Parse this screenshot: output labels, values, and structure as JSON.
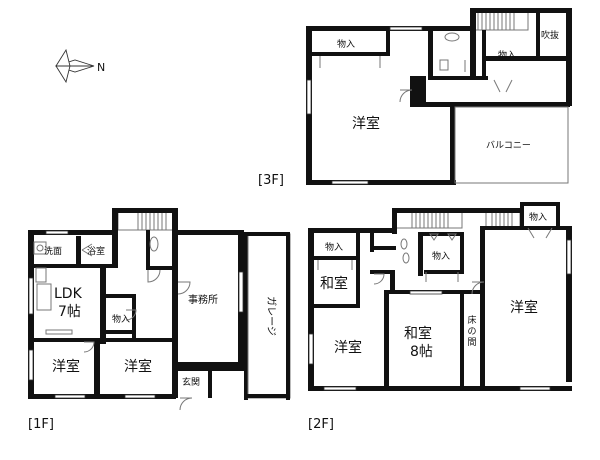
{
  "compass": {
    "north_label": "N"
  },
  "floors": {
    "f1": {
      "label": "[1F]",
      "rooms": {
        "washroom": "洗面",
        "bathroom": "浴室",
        "ldk_line1": "LDK",
        "ldk_line2": "7帖",
        "storage": "物入",
        "office": "事務所",
        "garage": "ガレージ",
        "western_left": "洋室",
        "western_mid": "洋室",
        "entrance": "玄関"
      }
    },
    "f2": {
      "label": "[2F]",
      "rooms": {
        "storage_left": "物入",
        "washitsu_small": "和室",
        "storage_mid": "物入",
        "storage_right": "物入",
        "western_right": "洋室",
        "western_left": "洋室",
        "washitsu_line1": "和室",
        "washitsu_line2": "8帖",
        "tokonoma": "床の間"
      }
    },
    "f3": {
      "label": "[3F]",
      "rooms": {
        "storage_top": "物入",
        "storage_center": "物入",
        "atrium": "吹抜",
        "western": "洋室",
        "balcony": "バルコニー"
      }
    }
  }
}
